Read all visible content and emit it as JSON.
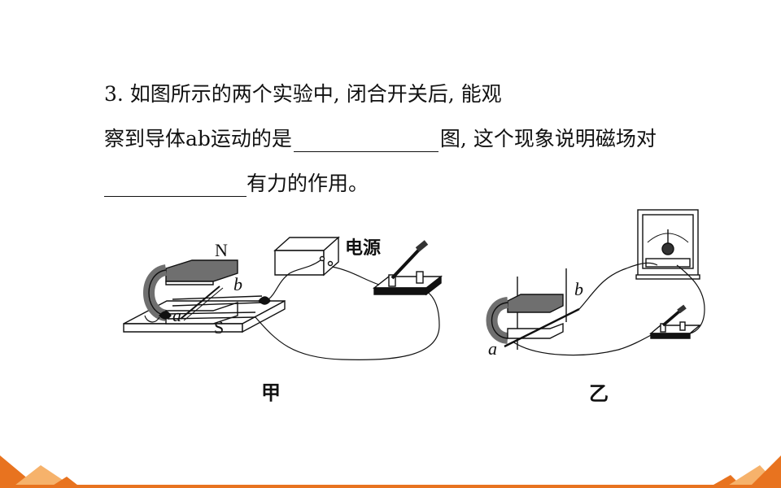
{
  "question": {
    "line1": "3. 如图所示的两个实验中, 闭合开关后, 能观",
    "line2_before": "察到导体ab运动的是",
    "line2_after": "图, 这个现象说明磁场对",
    "line3_after": "有力的作用。"
  },
  "figure_jia": {
    "label_n": "N",
    "label_s": "S",
    "label_a": "a",
    "label_b": "b",
    "power_label": "电源",
    "caption": "甲"
  },
  "figure_yi": {
    "label_a": "a",
    "label_b": "b",
    "caption": "乙"
  },
  "colors": {
    "accent_orange": "#e8731f",
    "accent_light": "#f6b26b",
    "magnet_dark": "#6f6f6f"
  }
}
